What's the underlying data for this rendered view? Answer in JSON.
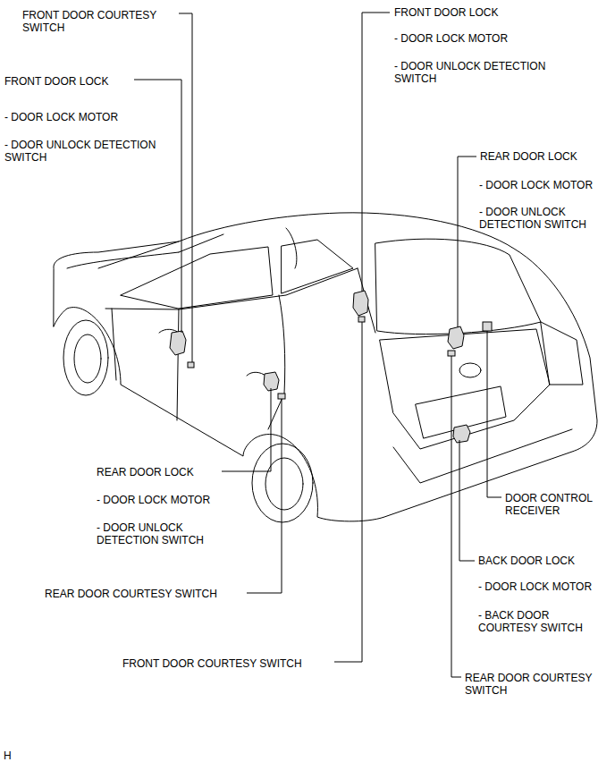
{
  "diagram": {
    "labels": [
      "FRONT DOOR COURTESY SWITCH",
      "FRONT DOOR LOCK",
      "- DOOR LOCK MOTOR",
      "- DOOR UNLOCK DETECTION SWITCH",
      "FRONT DOOR LOCK",
      "- DOOR LOCK MOTOR",
      "- DOOR UNLOCK DETECTION SWITCH",
      "REAR DOOR LOCK",
      "- DOOR LOCK MOTOR",
      "- DOOR UNLOCK DETECTION SWITCH",
      "REAR DOOR LOCK",
      "- DOOR LOCK MOTOR",
      "- DOOR UNLOCK DETECTION SWITCH",
      "REAR DOOR COURTESY SWITCH",
      "DOOR CONTROL RECEIVER",
      "BACK DOOR LOCK",
      "- DOOR LOCK MOTOR",
      "- BACK DOOR COURTESY SWITCH",
      "FRONT DOOR COURTESY SWITCH",
      "REAR DOOR COURTESY SWITCH",
      "H"
    ]
  }
}
